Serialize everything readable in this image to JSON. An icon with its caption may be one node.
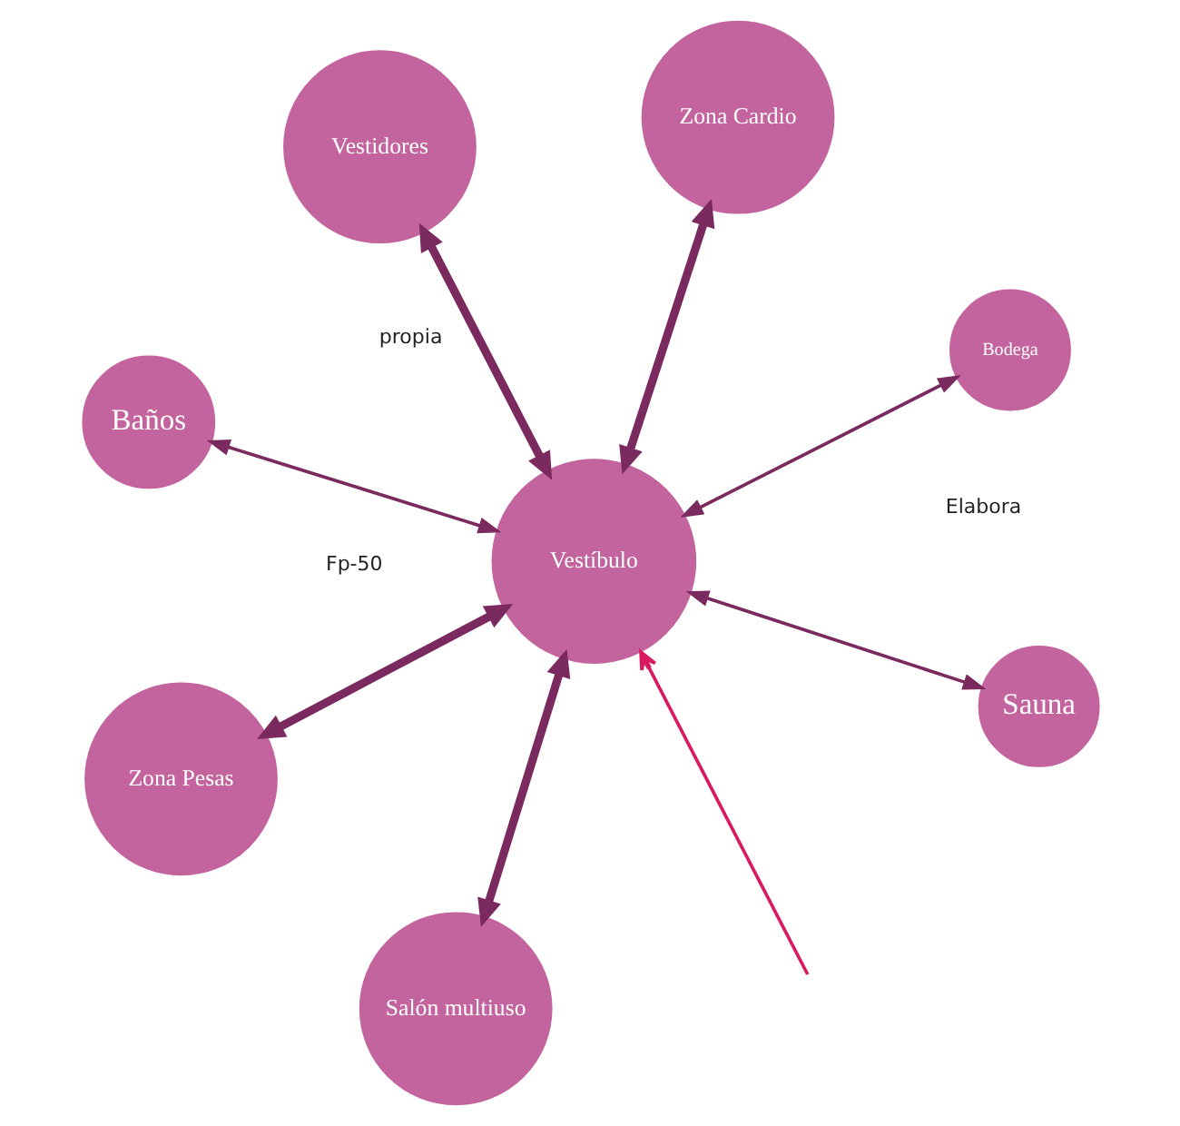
{
  "diagram": {
    "nodes": [
      {
        "text": [
          "Baños"
        ]
      },
      {
        "text": [
          "Bodega"
        ]
      },
      {
        "text": [
          "Salón multiuso"
        ]
      },
      {
        "text": [
          "Vestíbulo"
        ]
      },
      {
        "text": [
          "Zona Cardio"
        ]
      },
      {
        "text": [
          "Vestidores"
        ]
      },
      {
        "text": [
          "Zona Pesas"
        ]
      },
      {
        "text": [
          "Sauna"
        ]
      }
    ],
    "edges": [
      {
        "from": 0,
        "to": 3,
        "arrow": "both"
      },
      {
        "from": 1,
        "to": 3,
        "arrow": "both"
      },
      {
        "from": 2,
        "to": 3,
        "arrow": "both",
        "style": "thick"
      },
      {
        "from": 3,
        "to": 4,
        "arrow": "both",
        "style": "thick"
      },
      {
        "from": 3,
        "to": 6,
        "arrow": "both",
        "style": "thick"
      },
      {
        "from": 3,
        "to": 5,
        "arrow": "both",
        "style": "thick"
      },
      {
        "from": 3,
        "to": 7,
        "arrow": "both"
      },
      {
        "from": null,
        "to": 3,
        "arrow": "to",
        "color": "#d81b60"
      }
    ],
    "labels": [
      "propia",
      "Fp-50",
      "Elabora"
    ]
  }
}
